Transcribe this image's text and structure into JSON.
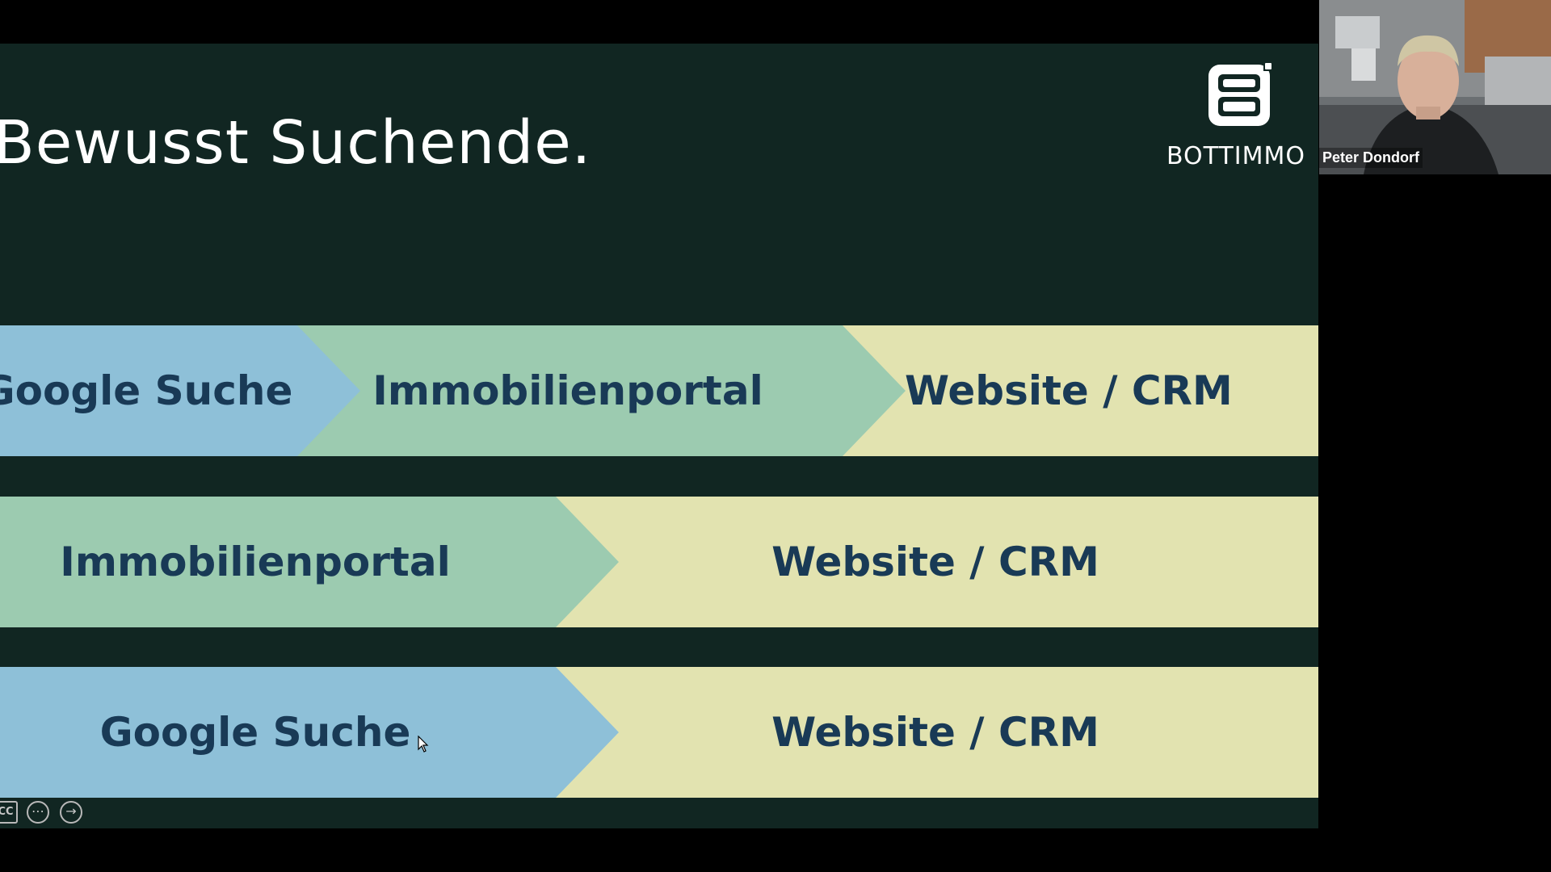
{
  "slide": {
    "title": "Bewusst Suchende.",
    "logo_text": "BOTTIMMO",
    "colors": {
      "background": "#112622",
      "google": "#8ec0d8",
      "portal": "#9ccbb0",
      "website": "#e2e3b0",
      "text": "#193a56"
    },
    "bands": [
      {
        "segments": [
          "Google Suche",
          "Immobilienportal",
          "Website / CRM"
        ]
      },
      {
        "segments": [
          "Immobilienportal",
          "Website / CRM"
        ]
      },
      {
        "segments": [
          "Google Suche",
          "Website / CRM"
        ]
      }
    ]
  },
  "controls": {
    "cc_label": "CC",
    "more_icon": "more-icon",
    "next_icon": "arrow-right-circle-icon"
  },
  "video": {
    "participant_name": "Peter Dondorf"
  }
}
